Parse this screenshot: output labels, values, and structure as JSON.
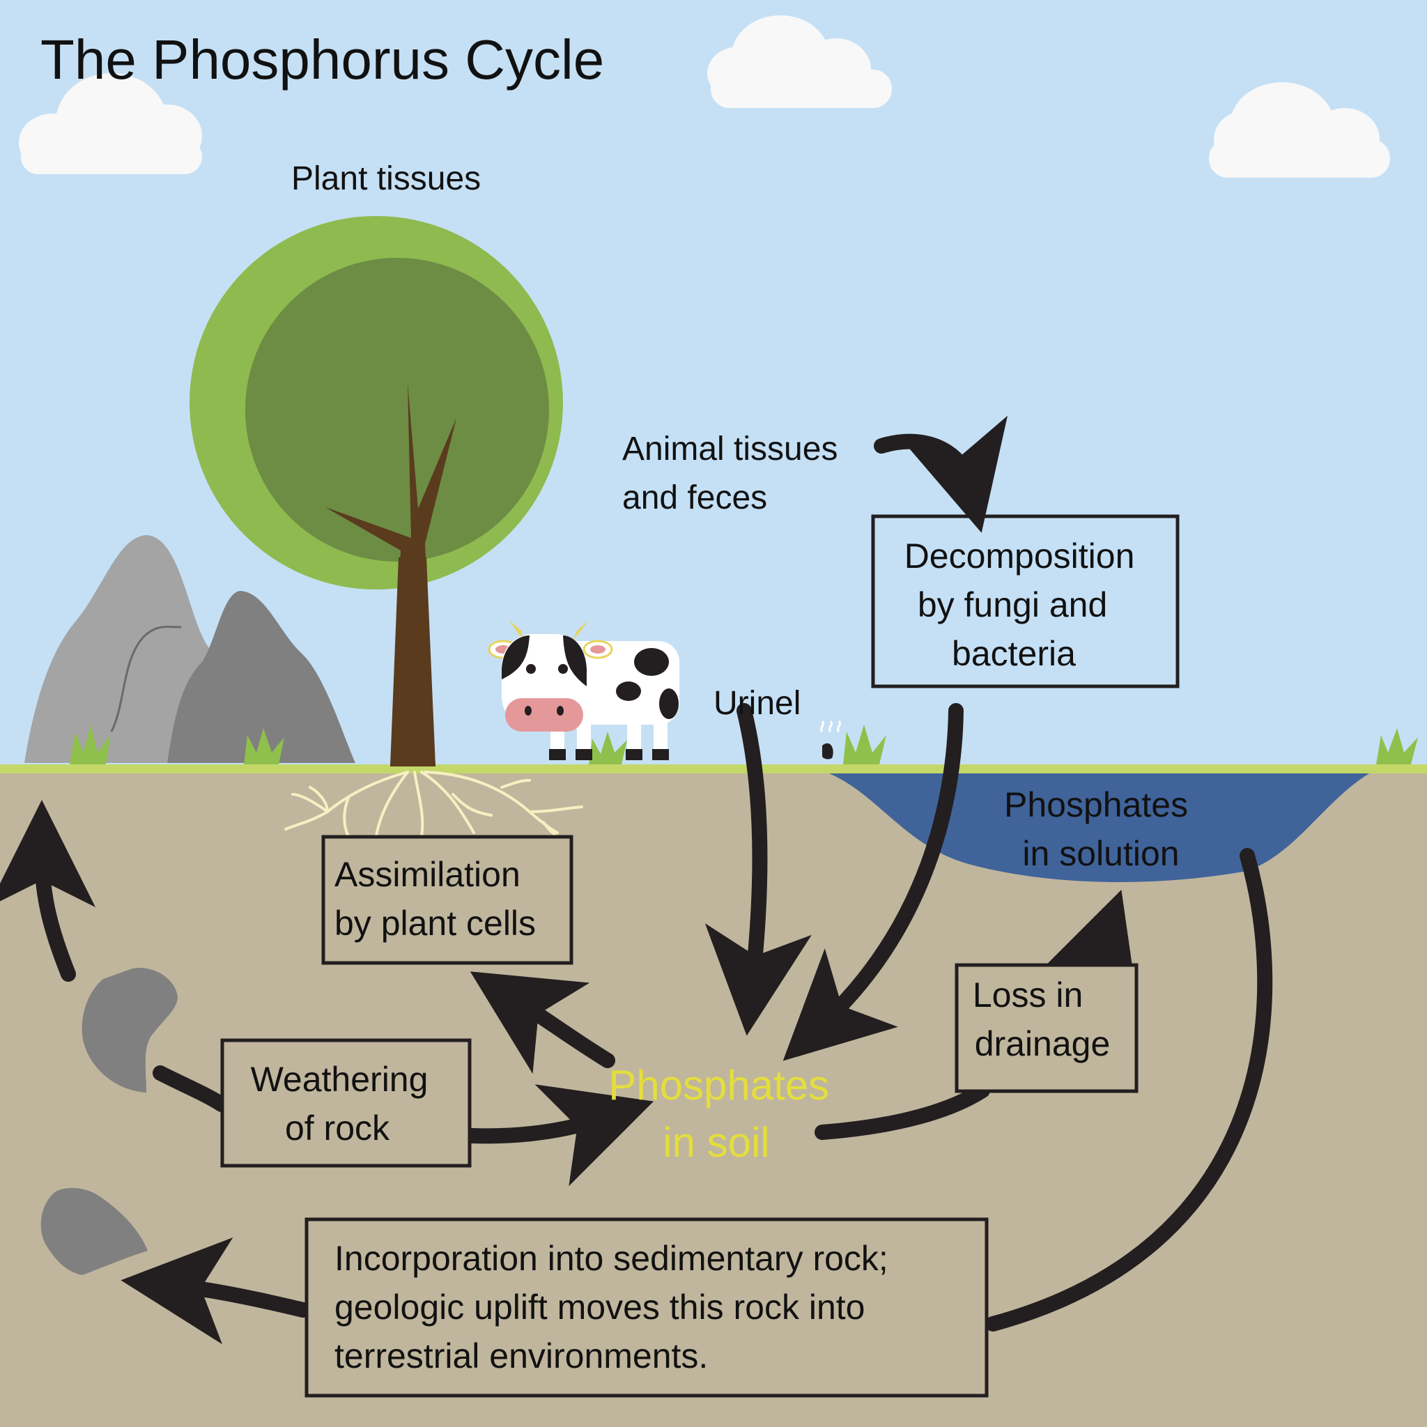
{
  "title": "The Phosphorus Cycle",
  "labels": {
    "plant_tissues": "Plant tissues",
    "animal_tissues_line1": "Animal tissues",
    "animal_tissues_line2": "and feces",
    "urine": "Urinel",
    "decomposition_line1": "Decomposition",
    "decomposition_line2": "by fungi and",
    "decomposition_line3": "bacteria",
    "phosphates_solution_line1": "Phosphates",
    "phosphates_solution_line2": "in solution",
    "assimilation_line1": "Assimilation",
    "assimilation_line2": "by plant cells",
    "weathering_line1": "Weathering",
    "weathering_line2": "of rock",
    "phosphates_soil_line1": "Phosphates",
    "phosphates_soil_line2": "in soil",
    "loss_line1": "Loss in",
    "loss_line2": "drainage",
    "incorporation_line1": "Incorporation into sedimentary rock;",
    "incorporation_line2": "geologic uplift moves this rock into",
    "incorporation_line3": "terrestrial environments."
  },
  "colors": {
    "sky": "#c5e0f5",
    "soil": "#c0b69d",
    "water": "#40639a",
    "grass_strip": "#c4d86a",
    "tree_outer": "#8fba4f",
    "tree_inner": "#6d8c44",
    "trunk": "#5a3b1e",
    "arrow": "#231f20",
    "highlight_text": "#e4de3c"
  }
}
